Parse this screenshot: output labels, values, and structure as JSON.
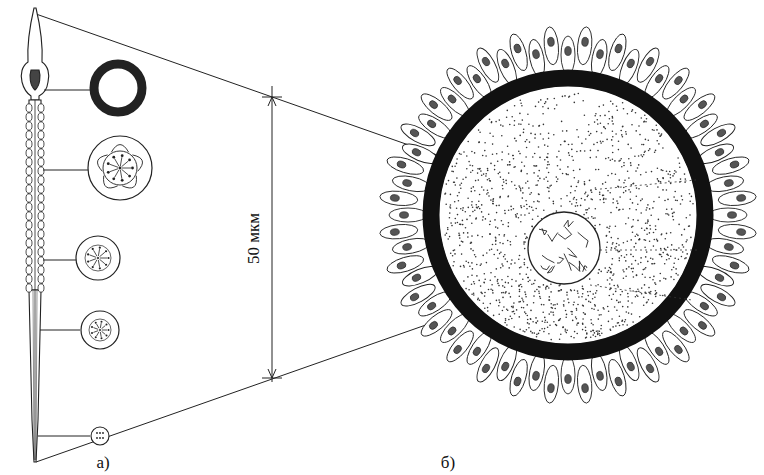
{
  "diagram": {
    "labels": [
      "а)",
      "50 мкм",
      "б)"
    ]
  }
}
